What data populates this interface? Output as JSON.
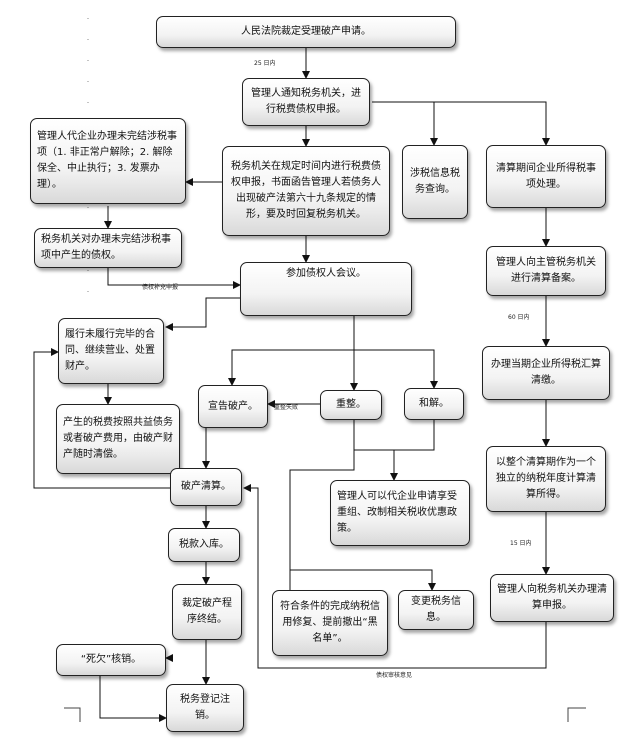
{
  "nodes": {
    "court": "人民法院裁定受理破产申请。",
    "notify": "管理人通知税务机关，进行税费债权申报。",
    "admin_unfinished": "管理人代企业办理未完结涉税事项（1. 非正常户解除；2. 解除保全、中止执行；3. 发票办理）。",
    "tax_declare": "税务机关在规定时间内进行税费债权申报，书面函告管理人若债务人出现破产法第六十九条规定的情形，要及时回复税务机关。",
    "info_query": "涉税信息税务查询。",
    "liquidation_income": "清算期间企业所得税事项处理。",
    "tax_unfinished_claim": "税务机关对办理未完结涉税事项中产生的债权。",
    "creditors_meeting": "参加债权人会议。",
    "filing": "管理人向主管税务机关进行清算备案。",
    "contract_perform": "履行未履行完毕的合同、继续营业、处置财产。",
    "bankrupt_declare": "宣告破产。",
    "reorg": "重整。",
    "settle": "和解。",
    "income_settle": "办理当期企业所得税汇算清缴。",
    "expense_pay": "产生的税费按照共益债务或者破产费用，由破产财产随时清偿。",
    "liquidation": "破产清算。",
    "preferential": "管理人可以代企业申请享受重组、改制相关税收优惠政策。",
    "whole_period": "以整个清算期作为一个独立的纳税年度计算清算所得。",
    "tax_storage": "税款入库。",
    "terminate": "裁定破产程序终结。",
    "credit_repair": "符合条件的完成纳税信用修复、提前撤出“黑名单”。",
    "change_info": "变更税务信息。",
    "liquidation_declare": "管理人向税务机关办理清算申报。",
    "bad_debt": "“死欠”核销。",
    "deregister": "税务登记注销。"
  },
  "edge_labels": {
    "days25": "25 日内",
    "claim_supplement": "债权补充申报",
    "reorg_fail": "重整失败",
    "days60": "60 日内",
    "days15": "15 日内",
    "claim_confirm": "债权审核意见"
  }
}
